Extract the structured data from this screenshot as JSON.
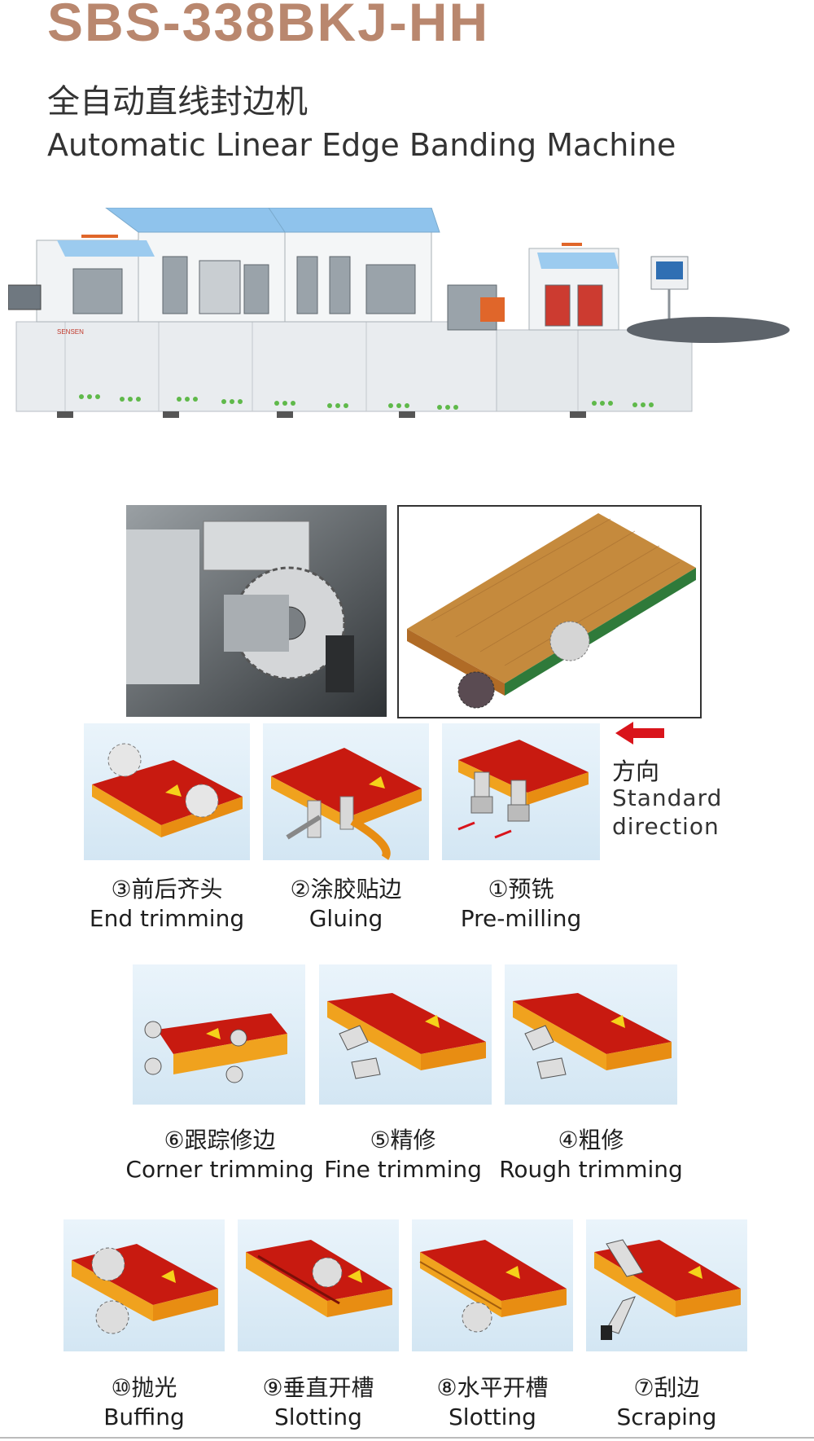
{
  "header": {
    "model": "SBS-338BKJ-HH",
    "title_cn": "全自动直线封边机",
    "title_en": "Automatic Linear Edge Banding Machine"
  },
  "machine": {
    "brand": "SENSEN"
  },
  "direction": {
    "cn": "方向",
    "en_line1": "Standard",
    "en_line2": "direction",
    "arrow_color": "#d9141b"
  },
  "steps_row1": [
    {
      "cn": "③前后齐头",
      "en": "End trimming"
    },
    {
      "cn": "②涂胶贴边",
      "en": "Gluing"
    },
    {
      "cn": "①预铣",
      "en": "Pre-milling"
    }
  ],
  "steps_row2": [
    {
      "cn": "⑥跟踪修边",
      "en": "Corner trimming"
    },
    {
      "cn": "⑤精修",
      "en": "Fine trimming"
    },
    {
      "cn": "④粗修",
      "en": "Rough trimming"
    }
  ],
  "steps_row3": [
    {
      "cn": "⑩抛光",
      "en": "Buffing"
    },
    {
      "cn": "⑨垂直开槽",
      "en": "Slotting"
    },
    {
      "cn": "⑧水平开槽",
      "en": "Slotting"
    },
    {
      "cn": "⑦刮边",
      "en": "Scraping"
    }
  ],
  "colors": {
    "model": "#b9876e",
    "board_top": "#c81a10",
    "board_edge": "#f0a21e",
    "arrow": "#f5d21a"
  }
}
